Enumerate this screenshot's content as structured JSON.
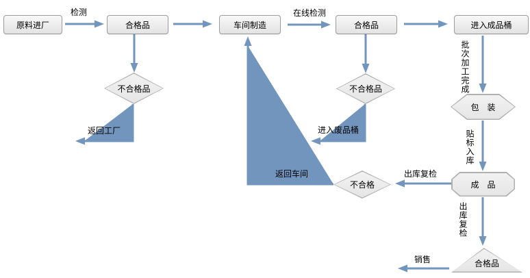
{
  "flowchart": {
    "title": "production quality control flow",
    "nodes": {
      "raw_material_entry": {
        "label": "原料进厂",
        "shape": "rounded-rect"
      },
      "qualified_1": {
        "label": "合格品",
        "shape": "rounded-rect"
      },
      "workshop_manufacturing": {
        "label": "车间制造",
        "shape": "rounded-rect"
      },
      "qualified_2": {
        "label": "合格品",
        "shape": "rounded-rect"
      },
      "enter_finished_barrel": {
        "label": "进入成品桶",
        "shape": "rounded-rect"
      },
      "unqualified_1": {
        "label": "不合格品",
        "shape": "diamond"
      },
      "unqualified_2": {
        "label": "不合格品",
        "shape": "diamond"
      },
      "packaging": {
        "label": "包　装",
        "shape": "hexagon"
      },
      "finished_goods": {
        "label": "成　品",
        "shape": "octagon"
      },
      "unqualified_3": {
        "label": "不合格",
        "shape": "diamond"
      },
      "qualified_3": {
        "label": "合格品",
        "shape": "triangle"
      }
    },
    "edge_labels": {
      "inspection": "检测",
      "online_inspection": "在线检测",
      "return_to_factory": "返回工厂",
      "enter_waste_barrel": "进入废品桶",
      "batch_processing_complete": "批次加工完成",
      "label_and_warehouse": "贴标入库",
      "outbound_recheck_left": "出库复检",
      "outbound_recheck_down": "出库复检",
      "return_to_workshop": "返回车间",
      "sales": "销售"
    },
    "colors": {
      "arrow": "#7295BD",
      "node_fill": "#ECECEC",
      "node_border": "#A6A6A6",
      "text": "#000000",
      "background": "#FFFFFF"
    }
  }
}
